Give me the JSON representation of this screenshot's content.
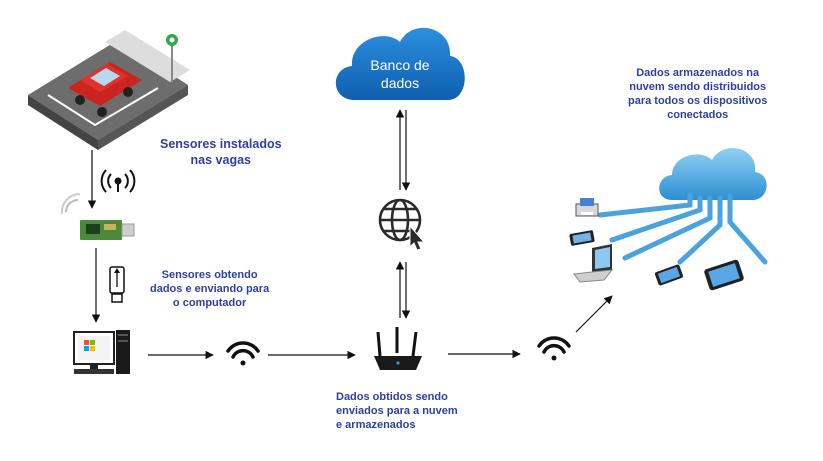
{
  "labels": {
    "sensors_installed": [
      "Sensores instalados",
      "nas vagas"
    ],
    "sensors_sending": [
      "Sensores obtendo",
      "dados e enviando para",
      "o computador"
    ],
    "data_sent": [
      "Dados obtidos sendo",
      "enviados para a nuvem",
      "e armazenados"
    ],
    "data_distributed": [
      "Dados armazenados na",
      "nuvem sendo distribuidos",
      "para todos os dispositivos",
      "conectados"
    ]
  },
  "database_cloud": [
    "Banco de",
    "dados"
  ],
  "computer_brand": "Microsoft",
  "colors": {
    "label_blue": "#2e3fa3",
    "cloud_blue": "#1f7fd4",
    "arrow": "#111111",
    "car_red": "#e0322d",
    "board_green": "#4a8a3a",
    "distribution_cloud": "#4aa3dc"
  },
  "icons": [
    "parking-car-icon",
    "wireless-signal-icon",
    "sensor-board-icon",
    "usb-icon",
    "desktop-computer-icon",
    "wifi-icon",
    "router-icon",
    "globe-cursor-icon",
    "database-cloud-icon",
    "distribution-cloud-icon",
    "tablet-icon",
    "phone-icon",
    "laptop-icon",
    "printer-icon"
  ]
}
